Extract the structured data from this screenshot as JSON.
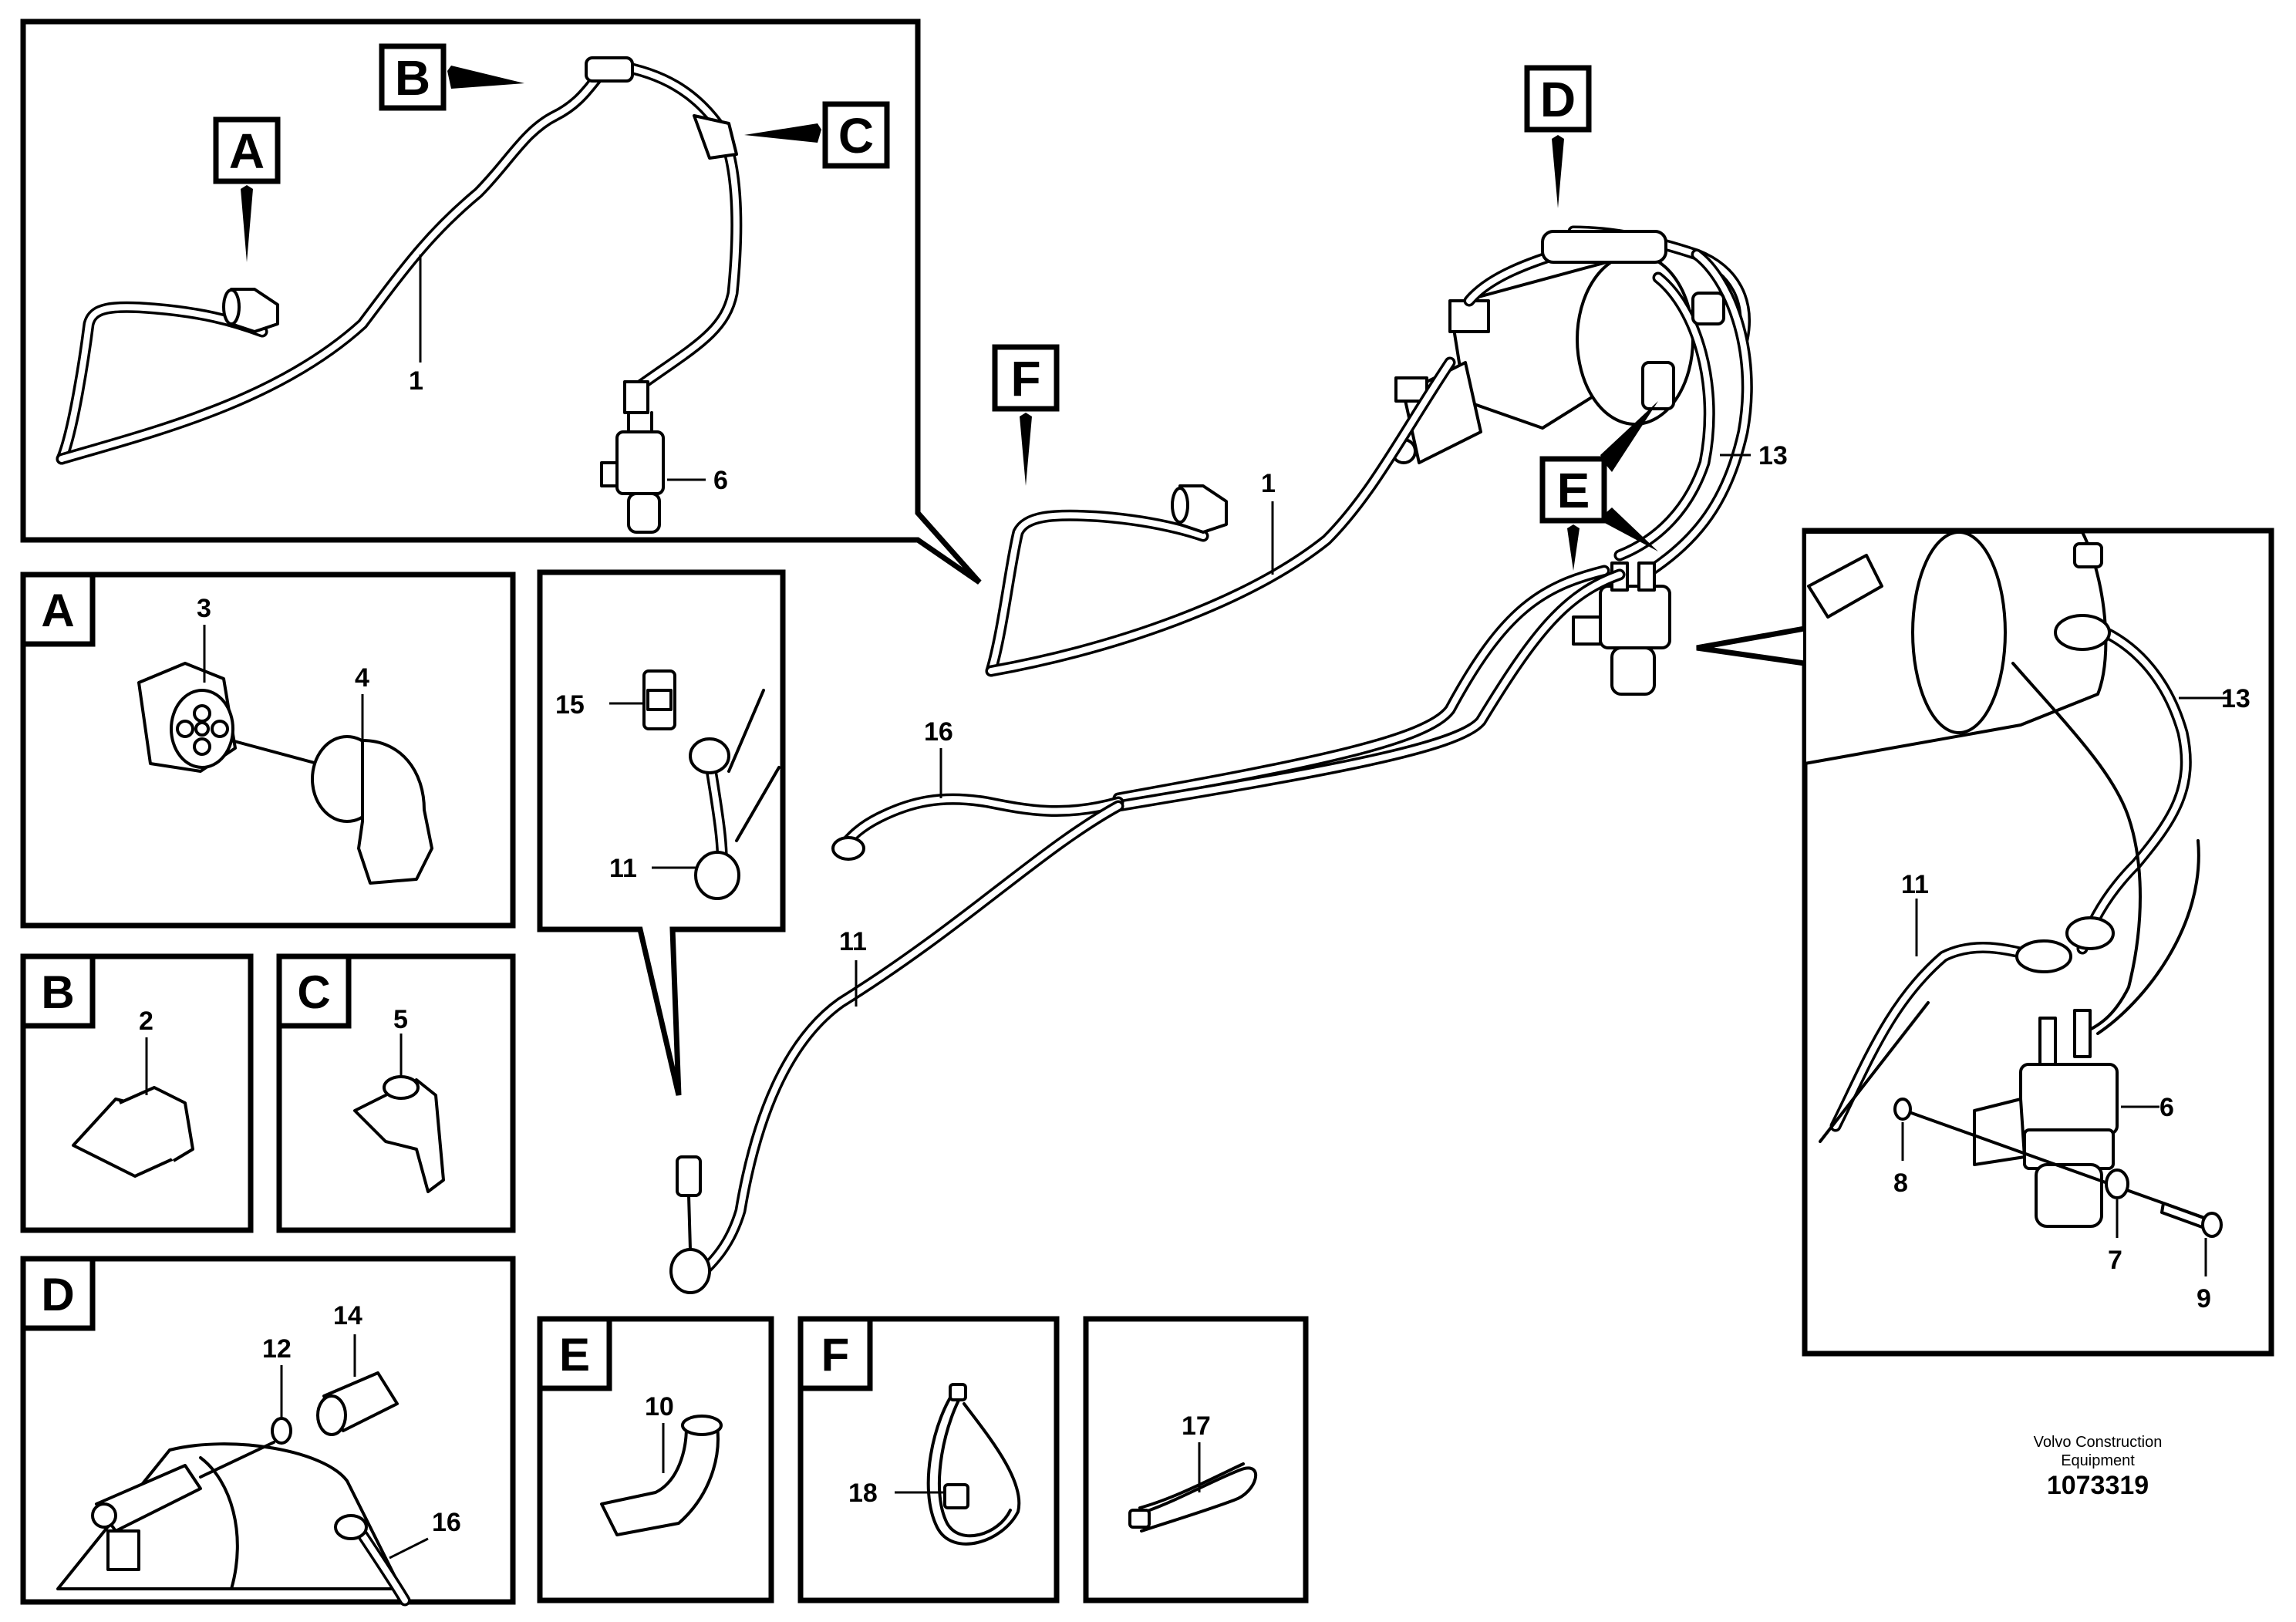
{
  "part_numbers": {
    "n1": "1",
    "n2": "2",
    "n3": "3",
    "n4": "4",
    "n5": "5",
    "n6": "6",
    "n7": "7",
    "n8": "8",
    "n9": "9",
    "n10": "10",
    "n11": "11",
    "n12": "12",
    "n13": "13",
    "n14": "14",
    "n15": "15",
    "n16": "16",
    "n17": "17",
    "n18": "18"
  },
  "view_letters": {
    "a": "A",
    "b": "B",
    "c": "C",
    "d": "D",
    "e": "E",
    "f": "F"
  },
  "footer": {
    "company_line1": "Volvo Construction",
    "company_line2": "Equipment",
    "drawing_number": "1073319"
  }
}
